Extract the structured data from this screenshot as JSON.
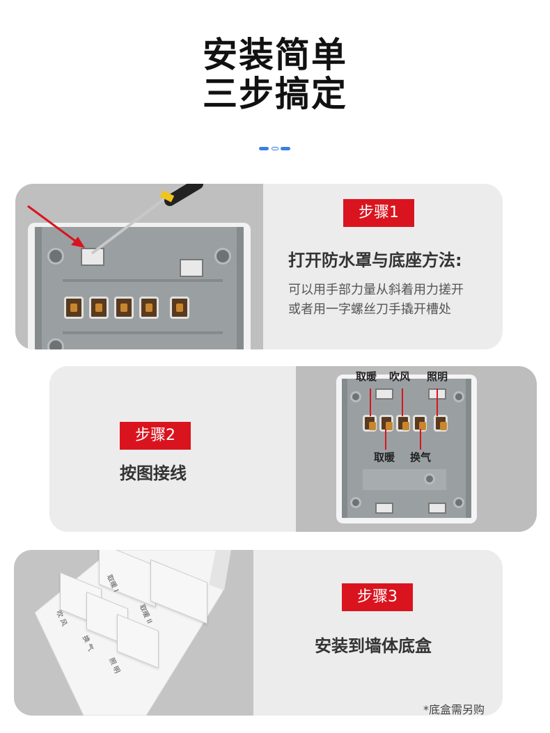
{
  "title": {
    "line1": "安装简单",
    "line2": "三步搞定"
  },
  "colors": {
    "accent_red": "#d9141f",
    "dot_blue": "#3b7fe0",
    "card_bg": "#ececec"
  },
  "step1": {
    "badge": "步骤1",
    "heading": "打开防水罩与底座方法:",
    "desc_line1": "可以用手部力量从斜着用力搓开",
    "desc_line2": "或者用一字螺丝刀手撬开槽处"
  },
  "step2": {
    "badge": "步骤2",
    "heading": "按图接线",
    "labels": {
      "top_left": "取暖",
      "top_mid": "吹风",
      "top_right": "照明",
      "bottom_left": "取暖",
      "bottom_right": "换气"
    }
  },
  "step3": {
    "badge": "步骤3",
    "heading": "安装到墙体底盒",
    "note": "*底盒需另购",
    "keys": {
      "k1": "取暖 I",
      "k2": "取暖 II",
      "k3": "吹 风",
      "k4": "换 气",
      "k5": "照 明"
    }
  }
}
